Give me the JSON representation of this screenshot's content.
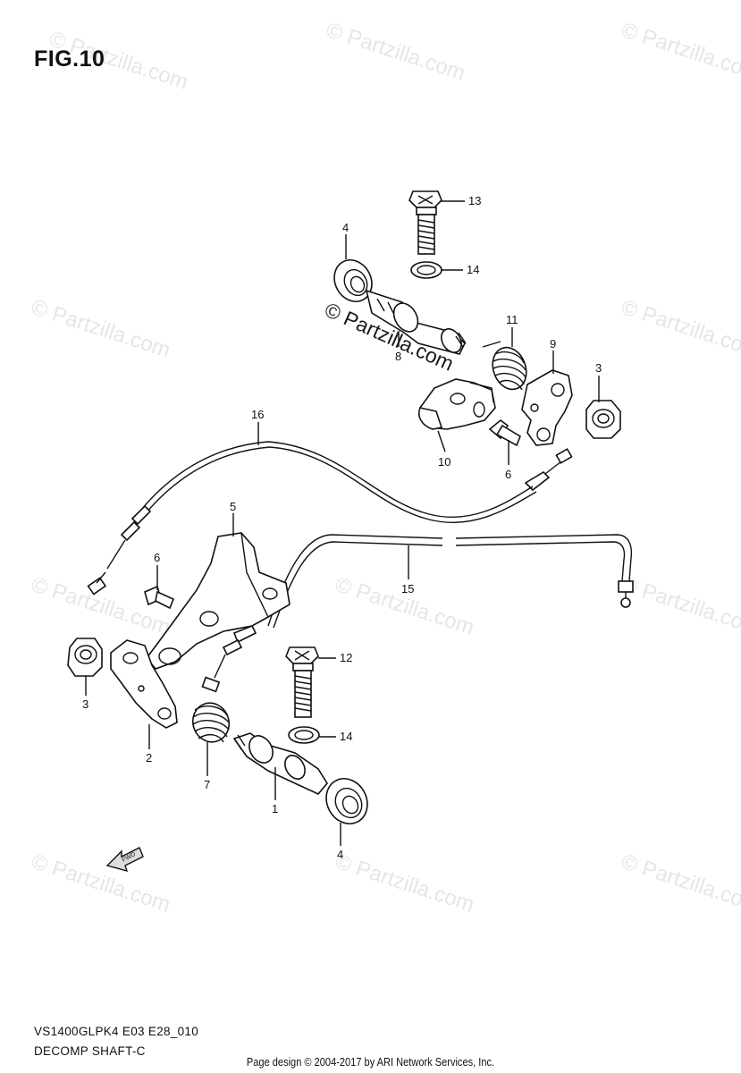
{
  "figure": {
    "title": "FIG.10"
  },
  "watermark": {
    "text": "© Partzilla.com"
  },
  "center_watermark": {
    "text": "© Partzilla.com"
  },
  "callouts": {
    "p13": "13",
    "p4a": "4",
    "p14a": "14",
    "p11": "11",
    "p8": "8",
    "p9": "9",
    "p3a": "3",
    "p10": "10",
    "p6a": "6",
    "p16": "16",
    "p5": "5",
    "p6b": "6",
    "p15": "15",
    "p12": "12",
    "p3b": "3",
    "p14b": "14",
    "p2": "2",
    "p7": "7",
    "p1": "1",
    "p4b": "4"
  },
  "direction": {
    "label": "FWD"
  },
  "drawing": {
    "code": "VS1400GLPK4 E03 E28_010",
    "description": "DECOMP SHAFT-C"
  },
  "footer": {
    "text": "Page design © 2004-2017 by ARI Network Services, Inc."
  }
}
